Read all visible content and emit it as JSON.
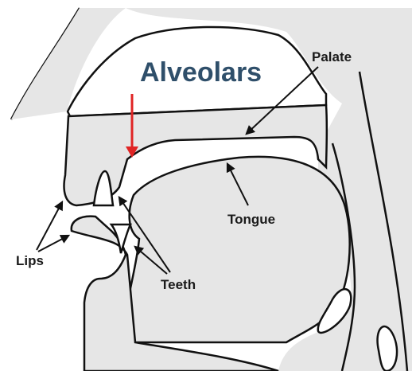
{
  "title": {
    "text": "Alveolars",
    "color": "#2f4f6a"
  },
  "labels": {
    "palate": "Palate",
    "tongue": "Tongue",
    "lips": "Lips",
    "teeth": "Teeth"
  },
  "colors": {
    "fill": "#e6e6e6",
    "outline": "#111111",
    "pointer_arrow": "#e02424",
    "label_arrows": "#111111"
  }
}
